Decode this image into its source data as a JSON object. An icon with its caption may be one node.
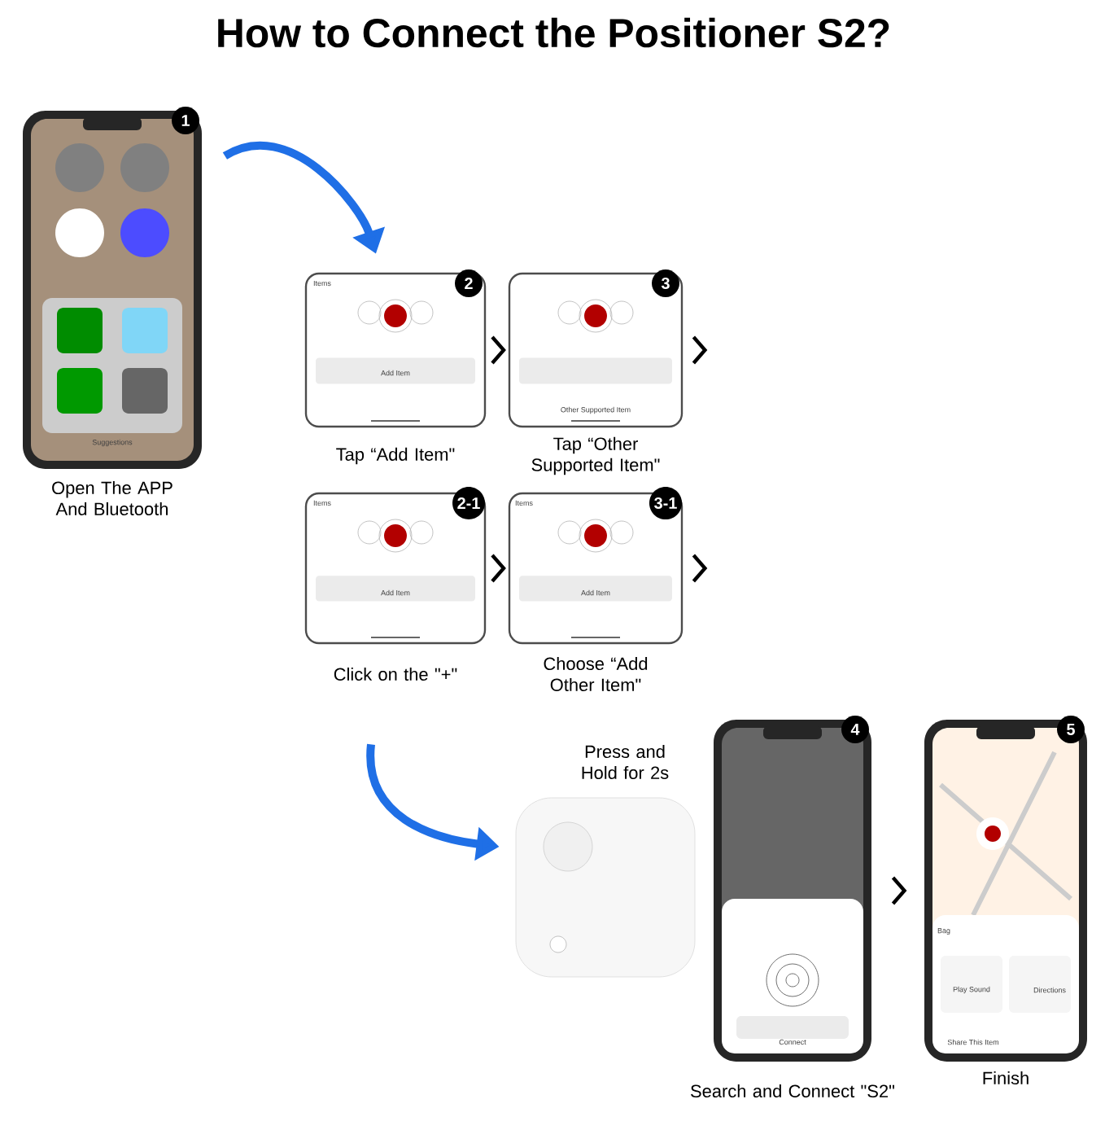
{
  "diagram": {
    "title": "How to Connect the Positioner S2?",
    "nodes": [
      {
        "text": [
          "1"
        ],
        "beside": [
          "Open The APP And Bluetooth"
        ]
      },
      {
        "text": [
          "2"
        ],
        "beside": [
          "Tap “Add Item\""
        ]
      },
      {
        "text": [
          "3"
        ],
        "beside": [
          "Tap “Other Supported Item\""
        ]
      },
      {
        "text": [
          "2-1"
        ],
        "beside": [
          "Click on the \"+\""
        ]
      },
      {
        "text": [
          "3-1"
        ],
        "beside": [
          "Choose “Add Other Item\""
        ]
      },
      {
        "text": [],
        "shape": "picture",
        "beside": [
          "Press and Hold for 2s"
        ]
      },
      {
        "text": [
          "4"
        ],
        "beside": [
          "Search and Connect \"S2\""
        ]
      },
      {
        "text": [
          "5"
        ],
        "beside": [
          "Finish"
        ]
      }
    ],
    "edges": [
      {
        "from": 0,
        "to": 1,
        "arrow": "to",
        "style": "thick",
        "color": "#1f6fe6"
      },
      {
        "from": 1,
        "to": 2,
        "arrow": "to"
      },
      {
        "from": 2,
        "to": null,
        "arrow": "to"
      },
      {
        "from": 3,
        "to": 4,
        "arrow": "to"
      },
      {
        "from": 4,
        "to": null,
        "arrow": "to"
      },
      {
        "from": 3,
        "to": 5,
        "arrow": "to",
        "style": "thick",
        "color": "#1f6fe6"
      },
      {
        "from": 6,
        "to": 7,
        "arrow": "to"
      }
    ],
    "labels": [
      "Suggestions",
      "Items",
      "Add Item",
      "Other Supported Item",
      "Items",
      "Add Item",
      "Items",
      "Add Item",
      "Connect",
      "Bag",
      "Play Sound",
      "Directions",
      "Share This Item"
    ]
  }
}
